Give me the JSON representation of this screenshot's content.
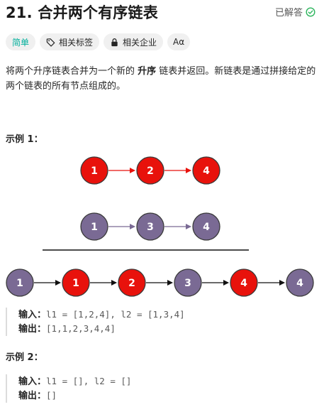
{
  "problem": {
    "title": "21. 合并两个有序链表",
    "status": "已解答"
  },
  "tags": {
    "difficulty": "简单",
    "related_tags": "相关标签",
    "related_companies": "相关企业",
    "font_toggle": "Aα"
  },
  "description": {
    "part1": "将两个升序链表合并为一个新的 ",
    "bold": "升序",
    "part2": " 链表并返回。新链表是通过拼接给定的两个链表的所有节点组成的。"
  },
  "example1": {
    "title": "示例 1：",
    "list1": [
      "1",
      "2",
      "4"
    ],
    "list2": [
      "1",
      "3",
      "4"
    ],
    "merged": [
      "1",
      "1",
      "2",
      "3",
      "4",
      "4"
    ],
    "input_label": "输入：",
    "input_value": "l1 = [1,2,4], l2 = [1,3,4]",
    "output_label": "输出：",
    "output_value": "[1,1,2,3,4,4]"
  },
  "example2": {
    "title": "示例 2：",
    "input_label": "输入：",
    "input_value": "l1 = [], l2 = []",
    "output_label": "输出：",
    "output_value": "[]"
  },
  "colors": {
    "red_node": "#e8120c",
    "purple_node": "#7a6a94",
    "easy": "#00af9b",
    "solved_check": "#2db55d"
  }
}
